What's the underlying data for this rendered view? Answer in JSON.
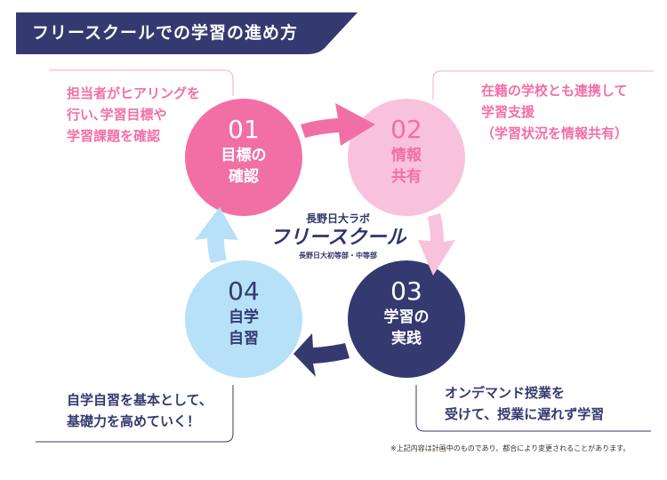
{
  "title": "フリースクールでの学習の進め方",
  "colors": {
    "navy": "#343a70",
    "pink": "#f26fa6",
    "light_pink": "#f8c2dc",
    "light_blue": "#b6e1f8",
    "line_pink": "#f7a9cb"
  },
  "steps": [
    {
      "number": "01",
      "label_line1": "目標の",
      "label_line2": "確認",
      "desc": [
        "担当者がヒアリングを",
        "行い､学習目標や",
        "学習課題を確認"
      ]
    },
    {
      "number": "02",
      "label_line1": "情報",
      "label_line2": "共有",
      "desc": [
        "在籍の学校とも連携して",
        "学習支援",
        "（学習状況を情報共有）"
      ]
    },
    {
      "number": "03",
      "label_line1": "学習の",
      "label_line2": "実践",
      "desc": [
        "オンデマンド授業を",
        "受けて、授業に遅れず学習"
      ]
    },
    {
      "number": "04",
      "label_line1": "自学",
      "label_line2": "自習",
      "desc": [
        "自学自習を基本として、",
        "基礎力を高めていく！"
      ]
    }
  ],
  "logo": {
    "top": "長野日大ラボ",
    "main": "フリースクール",
    "sub": "長野日大初等部・中等部"
  },
  "note": "※上記内容は計画中のものであり、都合により変更されることがあります。"
}
